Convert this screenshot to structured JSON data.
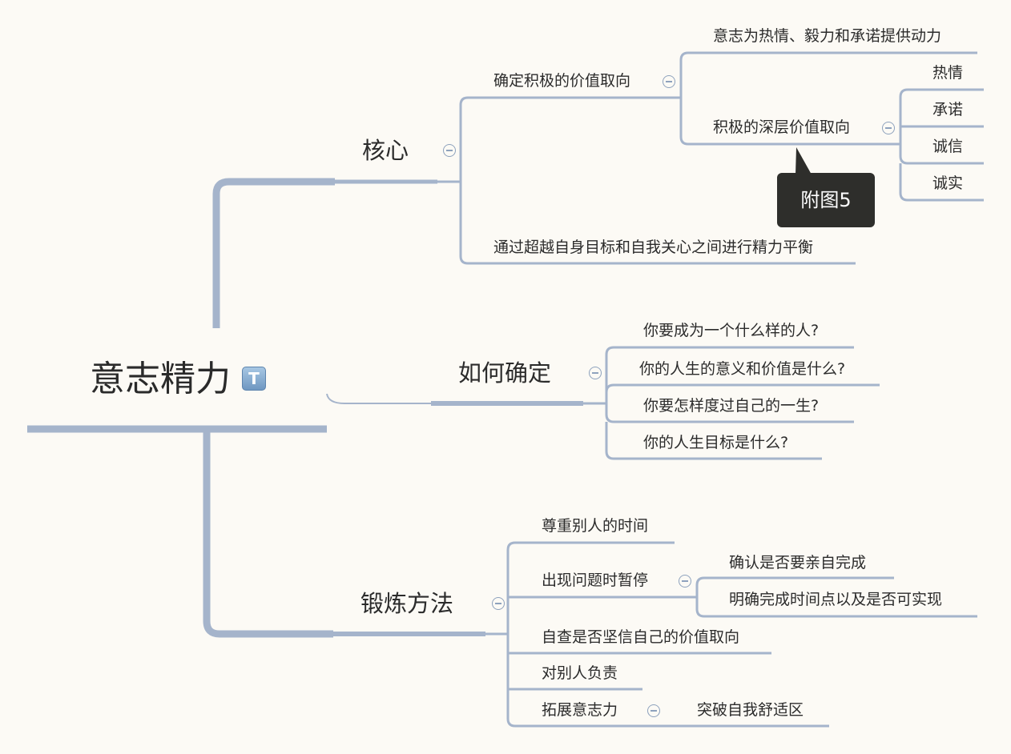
{
  "root": {
    "label": "意志精力",
    "badge_label": "T"
  },
  "callout": {
    "label": "附图5"
  },
  "branches": {
    "core": {
      "label": "核心",
      "children": {
        "positive_values": {
          "label": "确定积极的价值取向",
          "children": {
            "will_provides": "意志为热情、毅力和承诺提供动力",
            "deep_values": {
              "label": "积极的深层价值取向",
              "items": [
                "热情",
                "承诺",
                "诚信",
                "诚实"
              ]
            }
          }
        },
        "balance": "通过超越自身目标和自我关心之间进行精力平衡"
      }
    },
    "how_to_define": {
      "label": "如何确定",
      "items": [
        "你要成为一个什么样的人?",
        "你的人生的意义和价值是什么?",
        "你要怎样度过自己的一生?",
        "你的人生目标是什么?"
      ]
    },
    "training": {
      "label": "锻炼方法",
      "children": {
        "respect_time": "尊重别人的时间",
        "pause": {
          "label": "出现问题时暂停",
          "items": [
            "确认是否要亲自完成",
            "明确完成时间点以及是否可实现"
          ]
        },
        "self_check": "自查是否坚信自己的价值取向",
        "responsible": "对别人负责",
        "expand": {
          "label": "拓展意志力",
          "items": [
            "突破自我舒适区"
          ]
        }
      }
    }
  },
  "colors": {
    "line": "#a5b4cb",
    "toggle": "#8ea2bd",
    "background": "#fcfaf5",
    "callout_bg": "#2e2e2b"
  }
}
